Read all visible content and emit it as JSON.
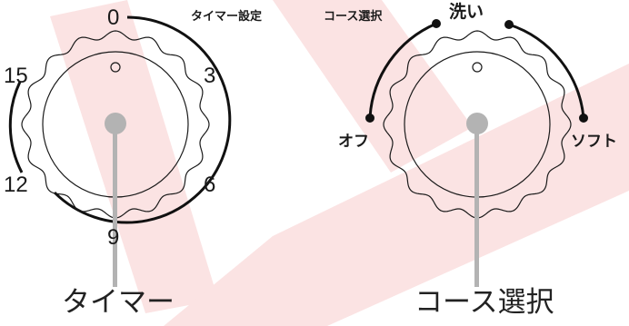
{
  "header": {
    "timer_setting_label": "タイマー設定",
    "course_select_label": "コース選択"
  },
  "timer_dial": {
    "name": "タイマー",
    "scale_labels": [
      "0",
      "3",
      "6",
      "9",
      "12",
      "15"
    ]
  },
  "course_dial": {
    "name": "コース選択",
    "courses": {
      "wash": "洗い",
      "off": "オフ",
      "soft": "ソフト"
    }
  },
  "colors": {
    "background_watermark": "#fbe3e3",
    "arc": "#111111",
    "knob_outline": "#1a1a1a",
    "pointer": "#b3b3b3"
  },
  "icons": {
    "watermark": "large-diagonal-watermark-shape"
  }
}
